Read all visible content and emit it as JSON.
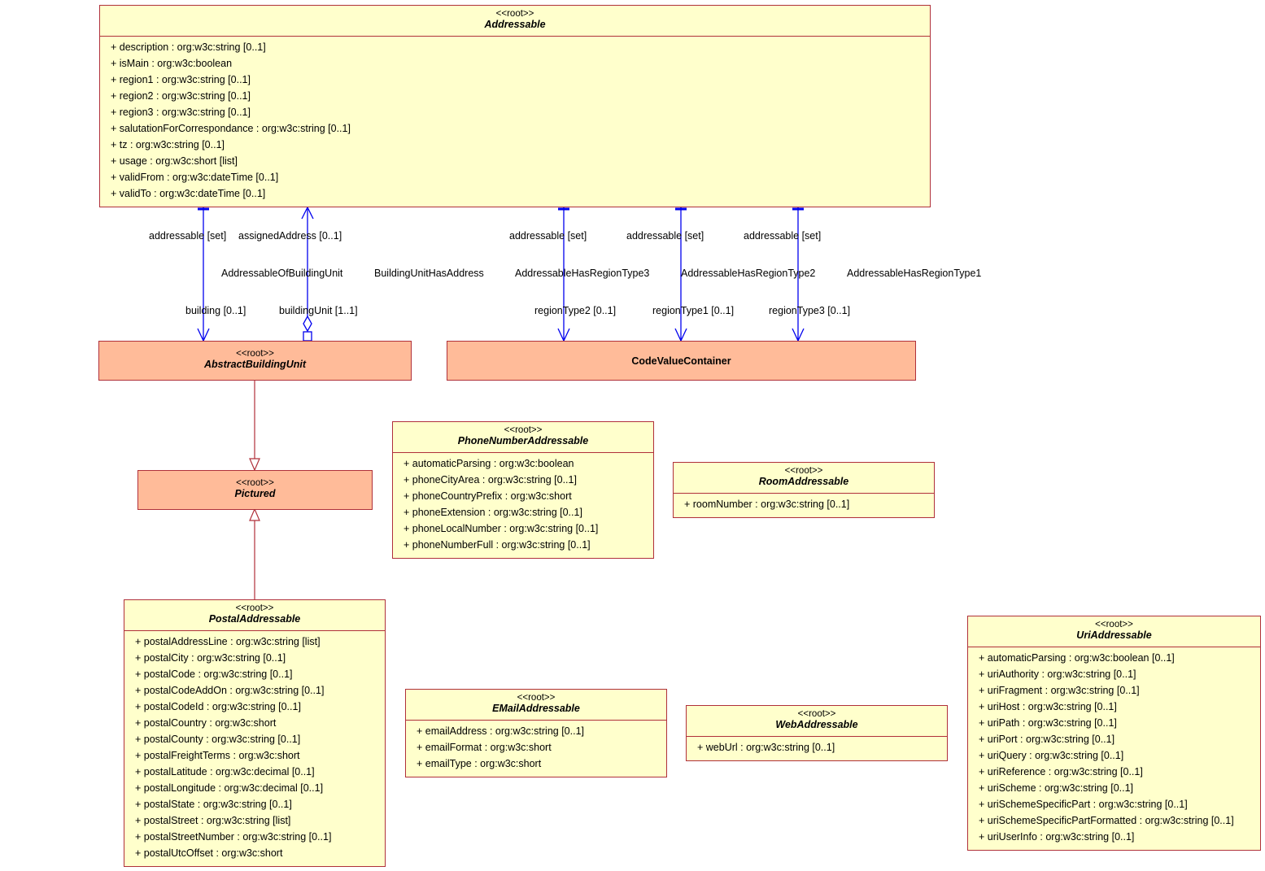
{
  "stereotype": "<<root>>",
  "classes": {
    "addressable": {
      "name": "Addressable",
      "attributes": [
        "+ description : org:w3c:string [0..1]",
        "+ isMain : org:w3c:boolean",
        "+ region1 : org:w3c:string [0..1]",
        "+ region2 : org:w3c:string [0..1]",
        "+ region3 : org:w3c:string [0..1]",
        "+ salutationForCorrespondance : org:w3c:string [0..1]",
        "+ tz : org:w3c:string [0..1]",
        "+ usage : org:w3c:short [list]",
        "+ validFrom : org:w3c:dateTime [0..1]",
        "+ validTo : org:w3c:dateTime [0..1]"
      ]
    },
    "abstract_building_unit": {
      "name": "AbstractBuildingUnit"
    },
    "code_value_container": {
      "name": "CodeValueContainer"
    },
    "pictured": {
      "name": "Pictured"
    },
    "phone_number_addressable": {
      "name": "PhoneNumberAddressable",
      "attributes": [
        "+ automaticParsing : org:w3c:boolean",
        "+ phoneCityArea : org:w3c:string [0..1]",
        "+ phoneCountryPrefix : org:w3c:short",
        "+ phoneExtension : org:w3c:string [0..1]",
        "+ phoneLocalNumber : org:w3c:string [0..1]",
        "+ phoneNumberFull : org:w3c:string [0..1]"
      ]
    },
    "room_addressable": {
      "name": "RoomAddressable",
      "attributes": [
        "+ roomNumber : org:w3c:string [0..1]"
      ]
    },
    "postal_addressable": {
      "name": "PostalAddressable",
      "attributes": [
        "+ postalAddressLine : org:w3c:string [list]",
        "+ postalCity : org:w3c:string [0..1]",
        "+ postalCode : org:w3c:string [0..1]",
        "+ postalCodeAddOn : org:w3c:string [0..1]",
        "+ postalCodeId : org:w3c:string [0..1]",
        "+ postalCountry : org:w3c:short",
        "+ postalCounty : org:w3c:string [0..1]",
        "+ postalFreightTerms : org:w3c:short",
        "+ postalLatitude : org:w3c:decimal [0..1]",
        "+ postalLongitude : org:w3c:decimal [0..1]",
        "+ postalState : org:w3c:string [0..1]",
        "+ postalStreet : org:w3c:string [list]",
        "+ postalStreetNumber : org:w3c:string [0..1]",
        "+ postalUtcOffset : org:w3c:short"
      ]
    },
    "email_addressable": {
      "name": "EMailAddressable",
      "attributes": [
        "+ emailAddress : org:w3c:string [0..1]",
        "+ emailFormat : org:w3c:short",
        "+ emailType : org:w3c:short"
      ]
    },
    "web_addressable": {
      "name": "WebAddressable",
      "attributes": [
        "+ webUrl : org:w3c:string [0..1]"
      ]
    },
    "uri_addressable": {
      "name": "UriAddressable",
      "attributes": [
        "+ automaticParsing : org:w3c:boolean [0..1]",
        "+ uriAuthority : org:w3c:string [0..1]",
        "+ uriFragment : org:w3c:string [0..1]",
        "+ uriHost : org:w3c:string [0..1]",
        "+ uriPath : org:w3c:string [0..1]",
        "+ uriPort : org:w3c:string [0..1]",
        "+ uriQuery : org:w3c:string [0..1]",
        "+ uriReference : org:w3c:string [0..1]",
        "+ uriScheme : org:w3c:string [0..1]",
        "+ uriSchemeSpecificPart : org:w3c:string [0..1]",
        "+ uriSchemeSpecificPartFormatted : org:w3c:string [0..1]",
        "+ uriUserInfo : org:w3c:string [0..1]"
      ]
    }
  },
  "associations": {
    "addressable_of_building_unit": {
      "name": "AddressableOfBuildingUnit",
      "source_role": "addressable [set]",
      "target_role": "building [0..1]"
    },
    "building_unit_has_address": {
      "name": "BuildingUnitHasAddress",
      "source_role": "assignedAddress [0..1]",
      "target_role": "buildingUnit [1..1]"
    },
    "has_region_type3": {
      "name": "AddressableHasRegionType3",
      "source_role": "addressable [set]",
      "target_role": "regionType2 [0..1]"
    },
    "has_region_type2": {
      "name": "AddressableHasRegionType2",
      "source_role": "addressable [set]",
      "target_role": "regionType1 [0..1]"
    },
    "has_region_type1": {
      "name": "AddressableHasRegionType1",
      "source_role": "addressable [set]",
      "target_role": "regionType3 [0..1]"
    }
  },
  "colors": {
    "class_fill": "#ffffcc",
    "abstract_fill": "#ffbb99",
    "class_border": "#b0303a",
    "association_line": "#0000ee",
    "generalization_line": "#b0303a"
  }
}
